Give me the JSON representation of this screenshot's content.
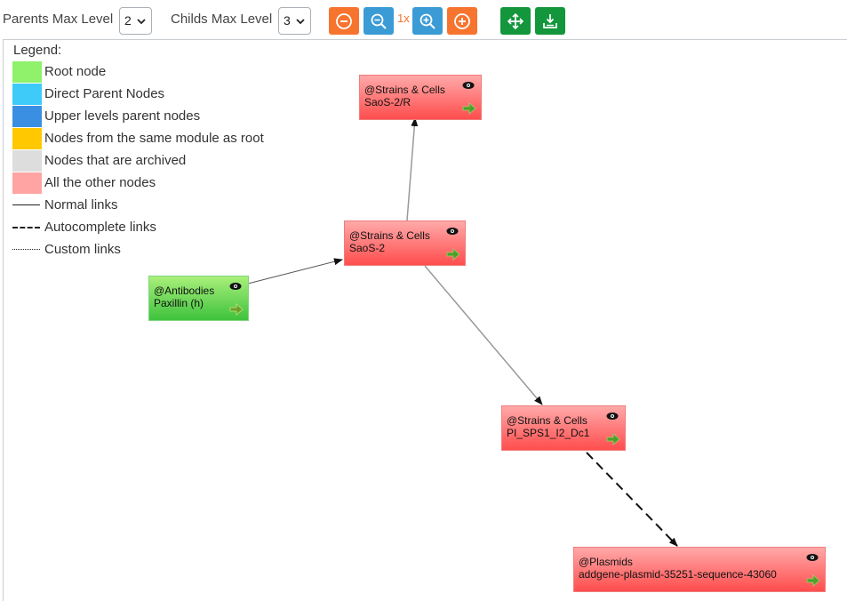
{
  "toolbar": {
    "parents_label": "Parents Max Level",
    "parents_value": "2",
    "childs_label": "Childs Max Level",
    "childs_value": "3",
    "zoom_reset_label": "1x",
    "icons": {
      "zoom_out_circle": "minus-circle-icon",
      "zoom_out": "zoom-out-icon",
      "zoom_in": "zoom-in-icon",
      "zoom_in_circle": "plus-circle-icon",
      "fit": "move-arrows-icon",
      "download": "download-icon"
    },
    "colors": {
      "orange": "#f7742f",
      "blue": "#3a9bd5",
      "green": "#13963c"
    }
  },
  "legend": {
    "title": "Legend:",
    "items": [
      {
        "label": "Root node",
        "color": "#90f16b"
      },
      {
        "label": "Direct Parent Nodes",
        "color": "#3ecbfa"
      },
      {
        "label": "Upper levels parent nodes",
        "color": "#3b8fe2"
      },
      {
        "label": "Nodes from the same module as root",
        "color": "#ffc800"
      },
      {
        "label": "Nodes that are archived",
        "color": "#dddddd"
      },
      {
        "label": "All the other nodes",
        "color": "#ffa3a3"
      }
    ],
    "links": [
      {
        "label": "Normal links",
        "style": "solid"
      },
      {
        "label": "Autocomplete links",
        "style": "dashed"
      },
      {
        "label": "Custom links",
        "style": "dotted"
      }
    ]
  },
  "graph": {
    "nodes": [
      {
        "id": "saos2r",
        "module": "@Strains & Cells",
        "name": "SaoS-2/R",
        "kind": "other"
      },
      {
        "id": "saos2",
        "module": "@Strains & Cells",
        "name": "SaoS-2",
        "kind": "other"
      },
      {
        "id": "paxillin",
        "module": "@Antibodies",
        "name": "Paxillin (h)",
        "kind": "root"
      },
      {
        "id": "pisps",
        "module": "@Strains & Cells",
        "name": "PI_SPS1_I2_Dc1",
        "kind": "other"
      },
      {
        "id": "plasmid",
        "module": "@Plasmids",
        "name": "addgene-plasmid-35251-sequence-43060",
        "kind": "other"
      }
    ],
    "edges": [
      {
        "from": "paxillin",
        "to": "saos2",
        "style": "solid"
      },
      {
        "from": "saos2",
        "to": "saos2r",
        "style": "solid"
      },
      {
        "from": "saos2",
        "to": "pisps",
        "style": "solid"
      },
      {
        "from": "pisps",
        "to": "plasmid",
        "style": "dashed"
      }
    ],
    "node_icons": {
      "view": "eye-icon",
      "open": "arrow-right-icon"
    }
  }
}
